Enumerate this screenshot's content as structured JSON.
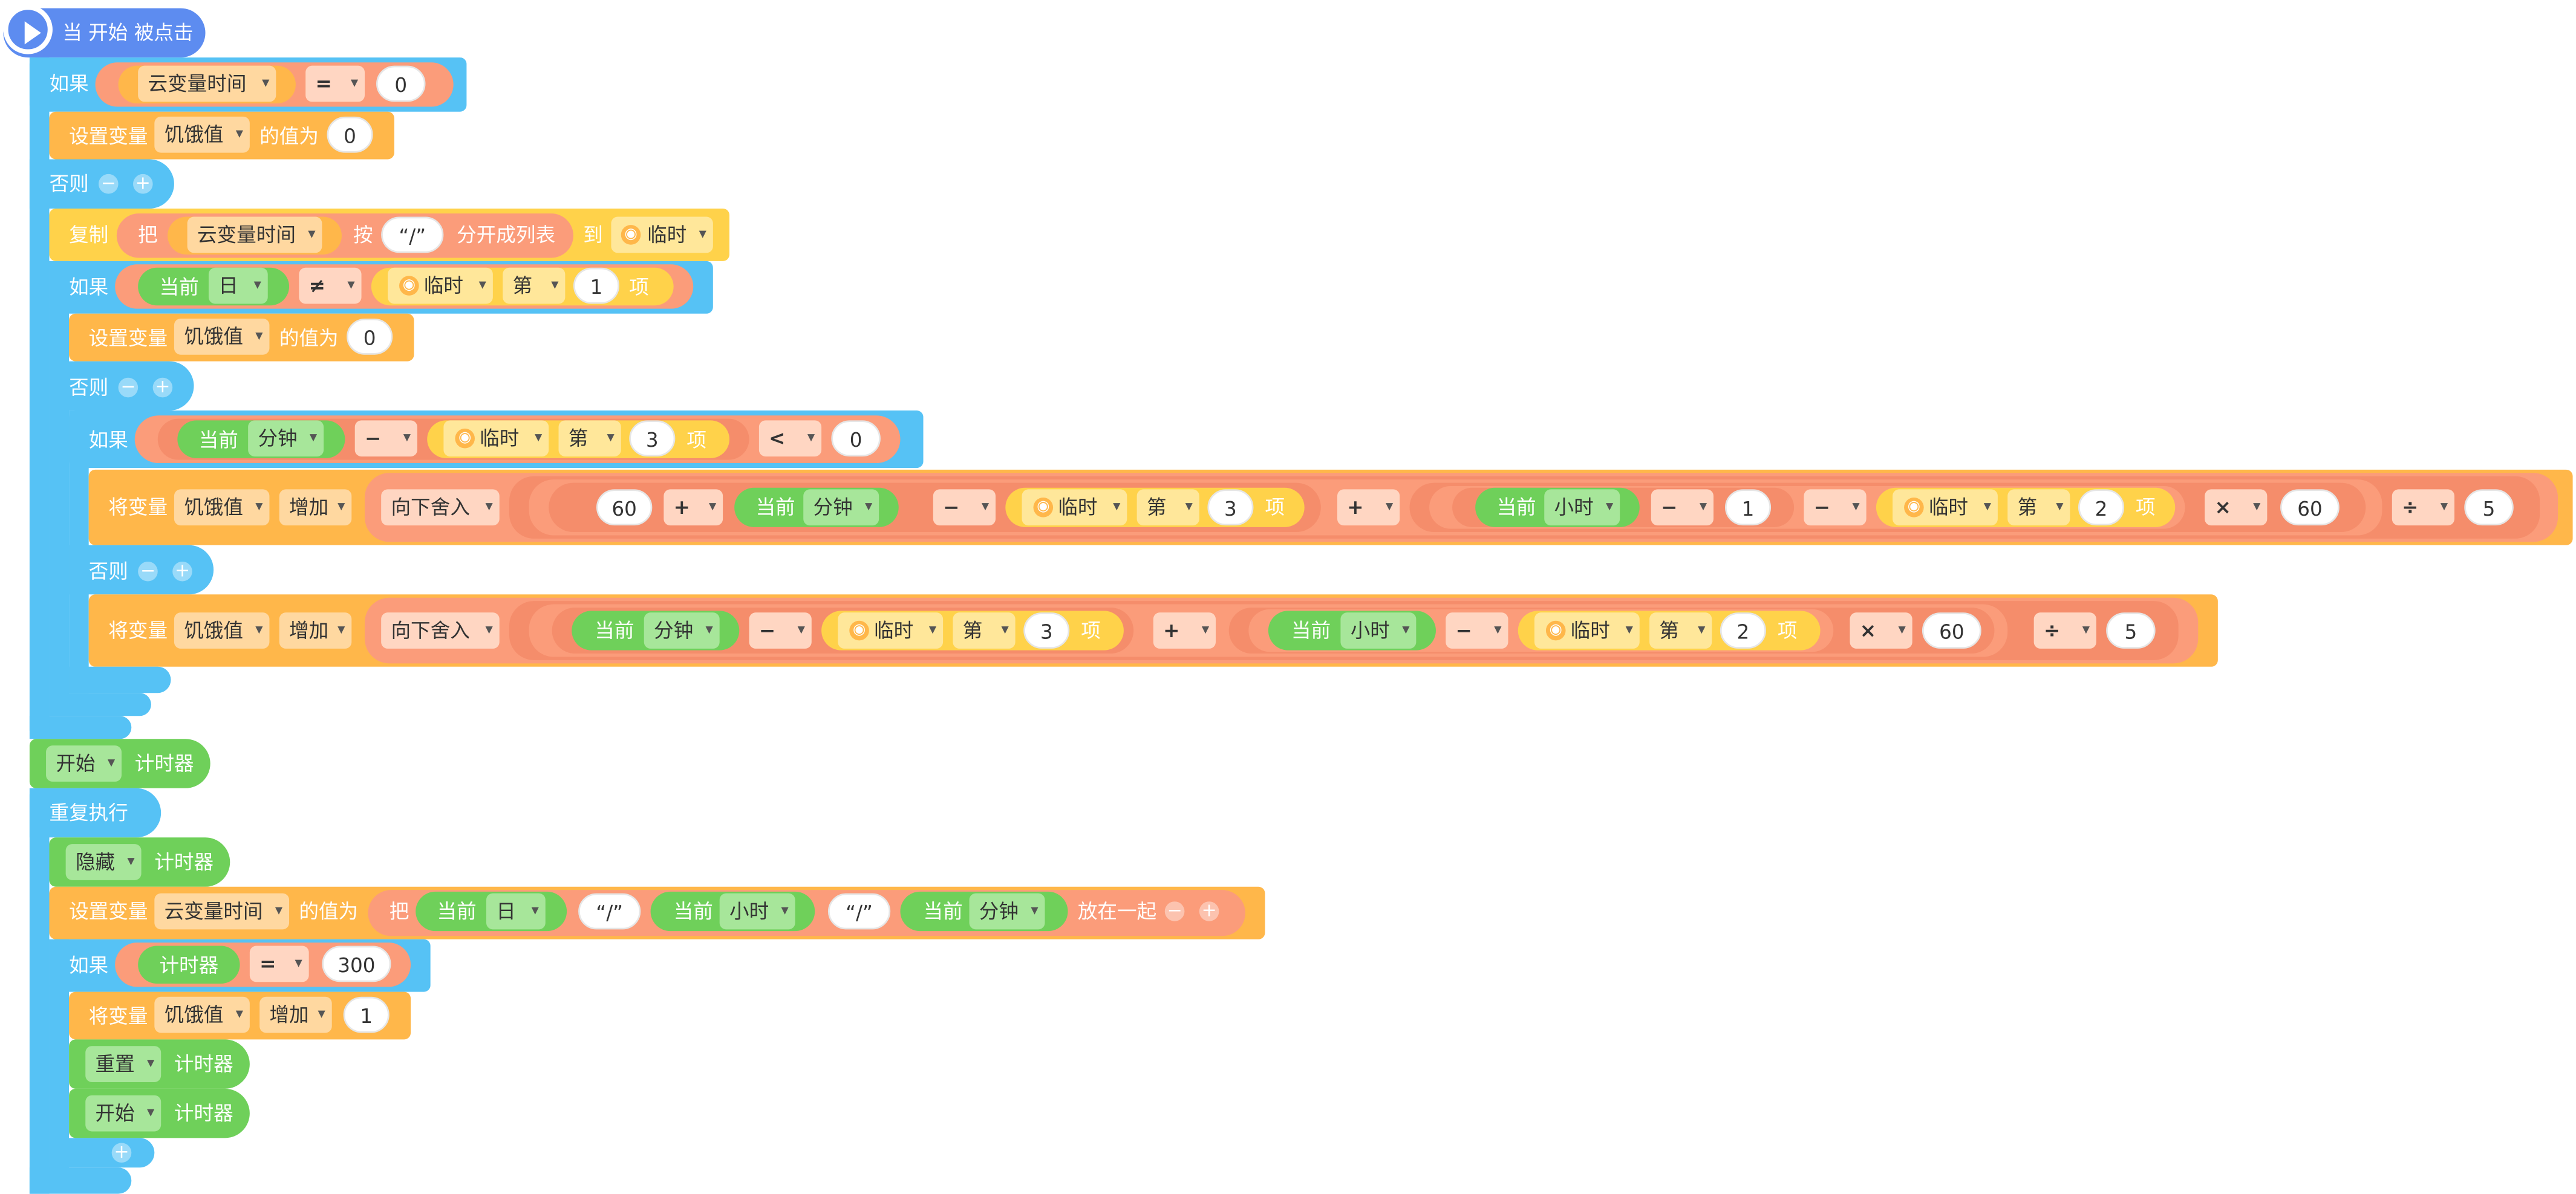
{
  "hat": {
    "label": "当 开始 被点击"
  },
  "kw": {
    "if": "如果",
    "else": "否则",
    "set_var": "设置变量",
    "value_to": "的值为",
    "change_var": "将变量",
    "copy": "复制",
    "put": "把",
    "by": "按",
    "split_list": "分开成列表",
    "to": "到",
    "current": "当前",
    "nth": "第",
    "item": "项",
    "floor": "向下舍入",
    "repeat": "重复执行",
    "timer": "计时器",
    "join": "放在一起",
    "increase": "增加",
    "start": "开始",
    "hide": "隐藏",
    "reset": "重置"
  },
  "vars": {
    "cloud_time": "云变量时间",
    "hunger": "饥饿值",
    "temp": "临时"
  },
  "units": {
    "day": "日",
    "minute": "分钟",
    "hour": "小时"
  },
  "ops": {
    "eq": "=",
    "neq": "≠",
    "lt": "<",
    "minus": "−",
    "plus": "+",
    "times": "×",
    "div": "÷"
  },
  "vals": {
    "zero": "0",
    "one": "1",
    "two": "2",
    "three": "3",
    "five": "5",
    "sixty": "60",
    "threehundred": "300",
    "slash": "“/”"
  },
  "colors": {
    "control": "#56c2f5",
    "variable": "#ffb74a",
    "list": "#ffd24a",
    "sensing": "#6fd05a",
    "event": "#5d8cf0",
    "operator": "#fb9c7a"
  }
}
